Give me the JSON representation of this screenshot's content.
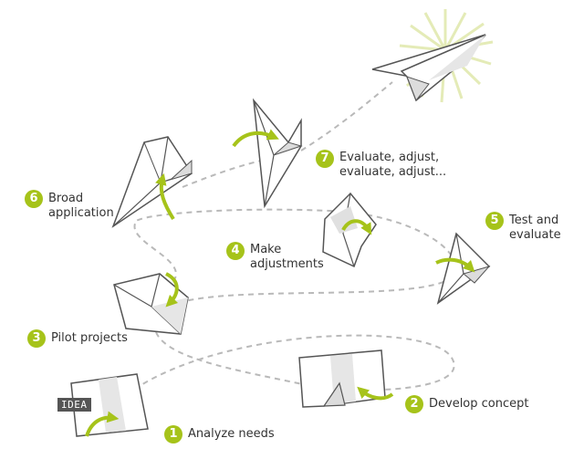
{
  "colors": {
    "accent": "#a6c31a",
    "line": "#b9b9b9",
    "paper": "#ffffff",
    "paper_shade": "#dcdcdc",
    "ink": "#555555",
    "glow": "#e4ebb7"
  },
  "idea_tag": "IDEA",
  "steps": [
    {
      "number": "1",
      "label": "Analyze needs"
    },
    {
      "number": "2",
      "label": "Develop concept"
    },
    {
      "number": "3",
      "label": "Pilot projects"
    },
    {
      "number": "4",
      "label": "Make adjustments"
    },
    {
      "number": "5",
      "label": "Test and evaluate"
    },
    {
      "number": "6",
      "label": "Broad application"
    },
    {
      "number": "7",
      "label": "Evaluate, adjust, evaluate, adjust..."
    }
  ],
  "icons": [
    "paper-sheet-icon",
    "folded-corner-icon",
    "paper-plane-icon",
    "curved-arrow-icon",
    "sun-rays-icon"
  ]
}
